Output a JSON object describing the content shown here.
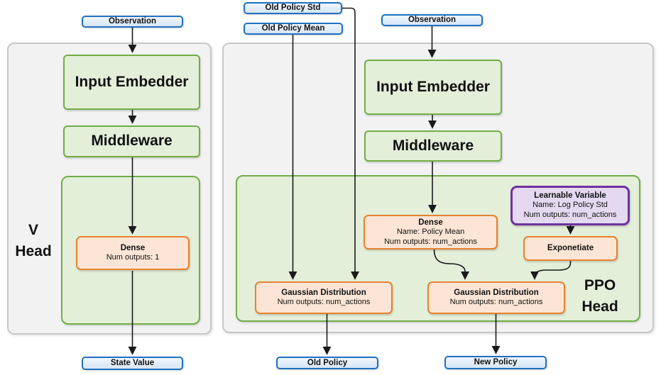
{
  "diagram": {
    "type": "neural-network-architecture-flowchart",
    "v_head": {
      "label_line1": "V",
      "label_line2": "Head",
      "observation": "Observation",
      "input_embedder": "Input Embedder",
      "middleware": "Middleware",
      "dense": {
        "title": "Dense",
        "outputs": "Num outputs: 1"
      },
      "state_value": "State Value"
    },
    "ppo_head": {
      "label_line1": "PPO",
      "label_line2": "Head",
      "old_policy_std": "Old Policy Std",
      "old_policy_mean": "Old Policy Mean",
      "observation": "Observation",
      "input_embedder": "Input Embedder",
      "middleware": "Middleware",
      "dense": {
        "title": "Dense",
        "name": "Name: Policy Mean",
        "outputs": "Num outputs: num_actions"
      },
      "learnable_variable": {
        "title": "Learnable Variable",
        "name": "Name: Log Policy Std",
        "outputs": "Num outputs: num_actions"
      },
      "exponetiate": "Exponetiate",
      "gaussian_distribution_old": {
        "title": "Gaussian Distribution",
        "outputs": "Num outputs: num_actions"
      },
      "gaussian_distribution_new": {
        "title": "Gaussian Distribution",
        "outputs": "Num outputs: num_actions"
      },
      "old_policy": "Old Policy",
      "new_policy": "New Policy"
    },
    "colors": {
      "panel_bg": "#f2f2f2",
      "panel_border": "#c7c7c7",
      "green_fill": "#e3efd9",
      "green_border": "#70ad47",
      "orange_fill": "#fce5d6",
      "orange_border": "#e8812d",
      "purple_fill": "#e4d9f0",
      "purple_border": "#7030a0",
      "blue_fill": "#d9e7f6",
      "blue_border": "#2070c0",
      "arrow": "#1a1a1a"
    }
  }
}
